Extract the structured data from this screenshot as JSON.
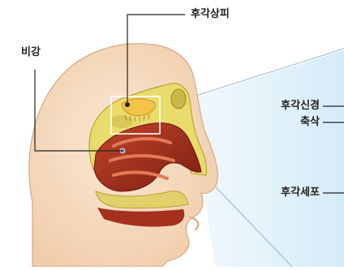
{
  "labels": {
    "olfactory_epithelium": "후각상피",
    "nasal_cavity": "비강",
    "olfactory_nerve": "후각신경",
    "axon": "축삭",
    "olfactory_cell": "후각세포"
  },
  "colors": {
    "skin": "#f6dcc0",
    "skin_shadow": "#e9c3a0",
    "bone": "#e8dc6a",
    "bone_edge": "#b9ab35",
    "cavity": "#a9321f",
    "cavity_dark": "#7a1c10",
    "epithelium": "#f0c24a",
    "zoom_panel": "#dff0fa",
    "line": "#222222"
  }
}
